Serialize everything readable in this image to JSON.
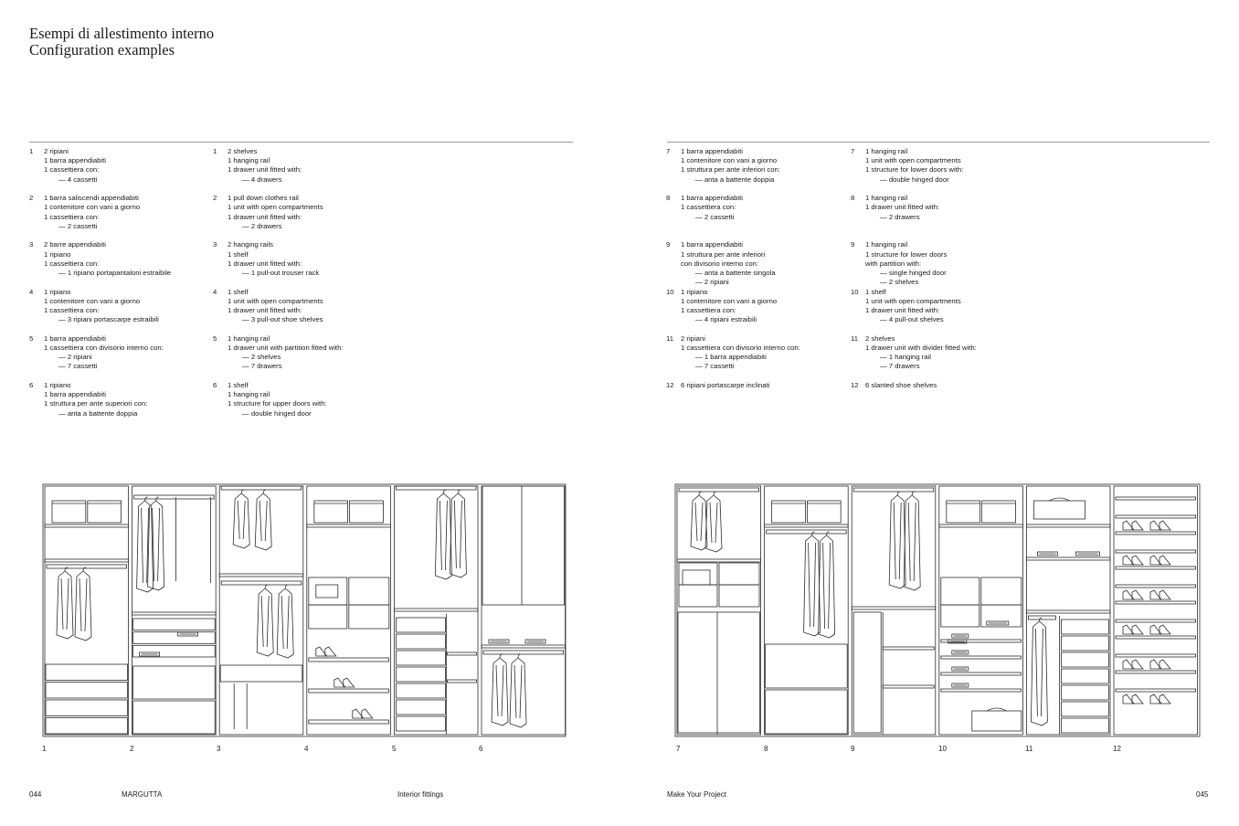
{
  "page_title": {
    "line1": "Esempi di allestimento interno",
    "line2": "Configuration examples"
  },
  "columns": [
    {
      "entries": [
        {
          "num": "1",
          "lines": [
            "2 ripiani",
            "1 barra appendiabiti",
            "1 cassettiera con:",
            "— 4 cassetti"
          ]
        },
        {
          "num": "2",
          "lines": [
            "1 barra saliscendi appendiabiti",
            "1 contenitore con vani a giorno",
            "1 cassettiera con:",
            "— 2 cassetti"
          ]
        },
        {
          "num": "3",
          "lines": [
            "2 barre appendiabiti",
            "1 ripiano",
            "1 cassettiera con:",
            "— 1 ripiano portapantaloni estraibile"
          ]
        },
        {
          "num": "4",
          "lines": [
            "1 ripiano",
            "1 contenitore con vani a giorno",
            "1 cassettiera con:",
            "— 3 ripiani portascarpe estraibili"
          ]
        },
        {
          "num": "5",
          "lines": [
            "1 barra appendiabiti",
            "1 cassettiera con divisorio interno con:",
            "— 2 ripiani",
            "— 7 cassetti"
          ]
        },
        {
          "num": "6",
          "lines": [
            "1 ripiano",
            "1 barra appendiabiti",
            "1 struttura per ante superiori con:",
            "— anta a battente doppia"
          ]
        }
      ]
    },
    {
      "entries": [
        {
          "num": "1",
          "lines": [
            "2 shelves",
            "1 hanging rail",
            "1 drawer unit fitted with:",
            "— 4 drawers"
          ]
        },
        {
          "num": "2",
          "lines": [
            "1 pull down clothes rail",
            "1 unit with open compartments",
            "1 drawer unit fitted with:",
            "— 2 drawers"
          ]
        },
        {
          "num": "3",
          "lines": [
            "2 hanging rails",
            "1 shelf",
            "1 drawer unit fitted with:",
            "— 1 pull-out trouser rack"
          ]
        },
        {
          "num": "4",
          "lines": [
            "1 shelf",
            "1 unit with open compartments",
            "1 drawer unit fitted with:",
            "— 3 pull-out shoe shelves"
          ]
        },
        {
          "num": "5",
          "lines": [
            "1 hanging rail",
            "1 drawer unit with partition fitted with:",
            "— 2 shelves",
            "— 7 drawers"
          ]
        },
        {
          "num": "6",
          "lines": [
            "1 shelf",
            "1 hanging rail",
            "1 structure for upper doors with:",
            "— double hinged door"
          ]
        }
      ]
    },
    {
      "entries": [
        {
          "num": "7",
          "lines": [
            "1 barra appendiabiti",
            "1 contenitore con vani a giorno",
            "1 struttura per ante inferiori con:",
            "— anta a battente doppia"
          ]
        },
        {
          "num": "8",
          "lines": [
            "1 barra appendiabiti",
            "1 cassettiera con:",
            "— 2 cassetti"
          ]
        },
        {
          "num": "9",
          "lines": [
            "1 barra appendiabiti",
            "1 struttura per ante inferiori",
            "con divisorio interno con:",
            "— anta a battente singola",
            "— 2 ripiani"
          ]
        },
        {
          "num": "10",
          "lines": [
            "1 ripiano",
            "1 contenitore con vani a giorno",
            "1 cassettiera con:",
            "— 4 ripiani estraibili"
          ]
        },
        {
          "num": "11",
          "lines": [
            "2 ripiani",
            "1 cassettiera con divisorio interno con:",
            "— 1 barra appendiabiti",
            "— 7 cassetti"
          ]
        },
        {
          "num": "12",
          "lines": [
            "6 ripiani portascarpe inclinati"
          ]
        }
      ]
    },
    {
      "entries": [
        {
          "num": "7",
          "lines": [
            "1 hanging rail",
            "1 unit with open compartments",
            "1 structure for lower doors with:",
            "— double hinged door"
          ]
        },
        {
          "num": "8",
          "lines": [
            "1 hanging rail",
            "1 drawer unit fitted with:",
            "— 2 drawers"
          ]
        },
        {
          "num": "9",
          "lines": [
            "1 hanging rail",
            "1 structure for lower doors",
            "with partition with:",
            "— single hinged door",
            "— 2 shelves"
          ]
        },
        {
          "num": "10",
          "lines": [
            "1 shelf",
            "1 unit with open compartments",
            "1 drawer unit fitted with:",
            "— 4 pull-out shelves"
          ]
        },
        {
          "num": "11",
          "lines": [
            "2 shelves",
            "1 drawer unit with divider fitted with:",
            "— 1 hanging rail",
            "— 7 drawers"
          ]
        },
        {
          "num": "12",
          "lines": [
            "6 slanted shoe shelves"
          ]
        }
      ]
    }
  ],
  "unit_numbers": [
    "1",
    "2",
    "3",
    "4",
    "5",
    "6",
    "7",
    "8",
    "9",
    "10",
    "11",
    "12"
  ],
  "footer": {
    "page_left": "044",
    "brand": "MARGUTTA",
    "section": "Interior fittings",
    "chapter": "Make Your Project",
    "page_right": "045"
  },
  "colors": {
    "line": "#2b2b2b",
    "rule": "#9a9a9a",
    "text": "#1a1a1a"
  }
}
